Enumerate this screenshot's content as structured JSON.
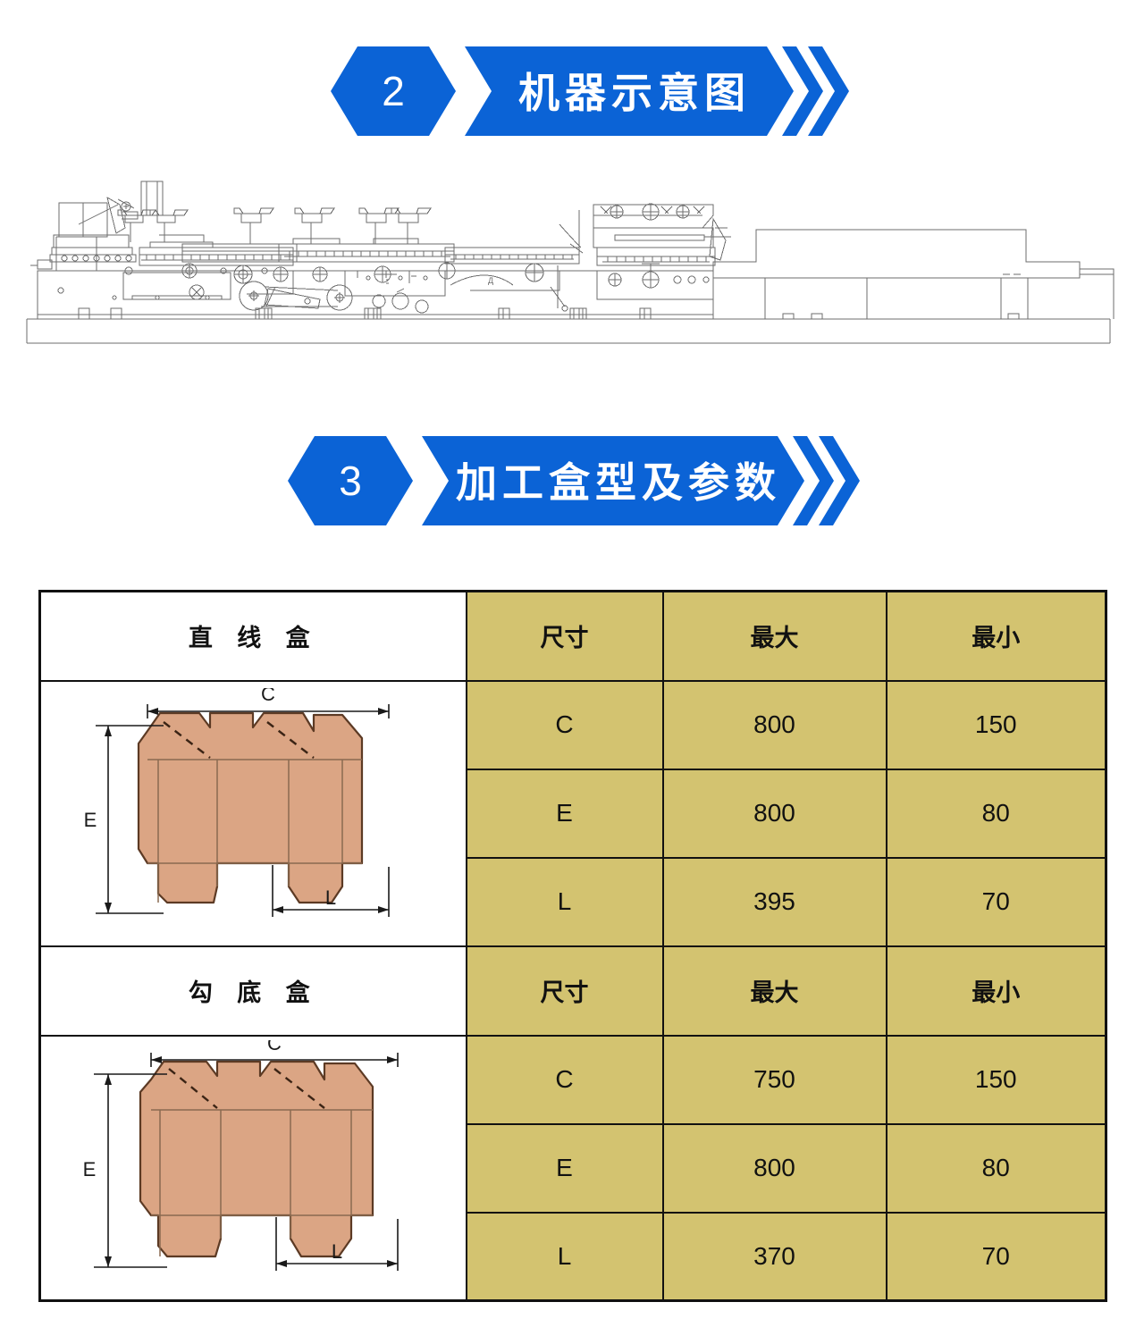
{
  "sections": [
    {
      "number": "2",
      "title": "机器示意图",
      "banner_color": "#0b63d6",
      "figure": "folder-gluer-machine-line-drawing"
    },
    {
      "number": "3",
      "title": "加工盒型及参数",
      "banner_color": "#0b63d6",
      "figure": "box-spec-table"
    }
  ],
  "colors": {
    "banner_blue": "#0b63d6",
    "table_gold": "#d3c370",
    "table_border": "#111111",
    "carton_fill": "#d9a183",
    "carton_stroke": "#5c3a24",
    "machine_line": "#6e6e6e"
  },
  "table": {
    "columns": [
      "尺寸",
      "最大",
      "最小"
    ],
    "groups": [
      {
        "name": "直 线 盒",
        "diagram": {
          "label_width": "C",
          "label_height": "E",
          "label_flap": "L"
        },
        "rows": [
          {
            "dim": "C",
            "max": "800",
            "min": "150"
          },
          {
            "dim": "E",
            "max": "800",
            "min": "80"
          },
          {
            "dim": "L",
            "max": "395",
            "min": "70"
          }
        ]
      },
      {
        "name": "勾 底 盒",
        "diagram": {
          "label_width": "C",
          "label_height": "E",
          "label_flap": "L"
        },
        "rows": [
          {
            "dim": "C",
            "max": "750",
            "min": "150"
          },
          {
            "dim": "E",
            "max": "800",
            "min": "80"
          },
          {
            "dim": "L",
            "max": "370",
            "min": "70"
          }
        ]
      }
    ]
  }
}
